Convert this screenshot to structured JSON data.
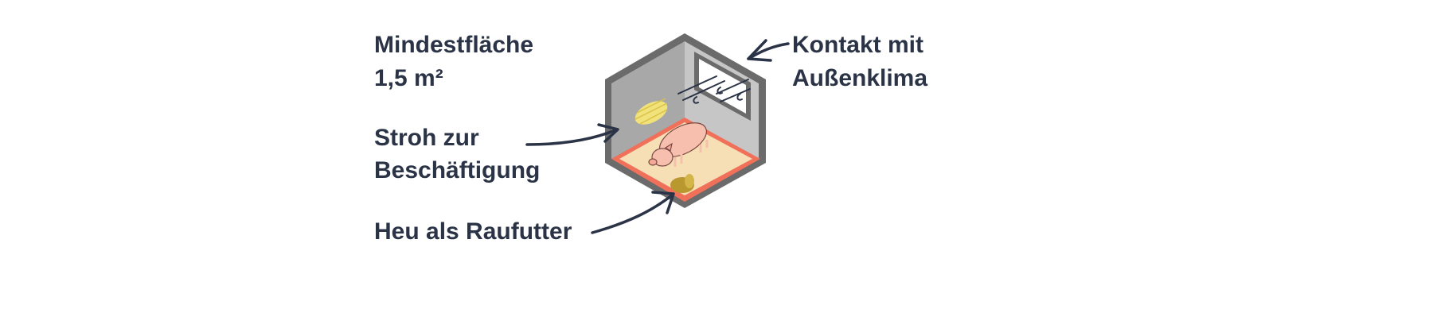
{
  "labels": {
    "min_area_line1": "Mindestfläche",
    "min_area_line2": "1,5 m²",
    "straw_line1": "Stroh zur",
    "straw_line2": "Beschäftigung",
    "hay": "Heu als Raufutter",
    "climate_line1": "Kontakt mit",
    "climate_line2": "Außenklima"
  },
  "colors": {
    "text": "#2b3346",
    "frame": "#6b6b6b",
    "left_wall": "#a8a8a8",
    "right_wall": "#c6c6c6",
    "floor": "#f6dfb5",
    "floor_border": "#f0705a",
    "pig": "#f7bfae",
    "straw": "#f2e27a",
    "hay": "#b9982f"
  }
}
